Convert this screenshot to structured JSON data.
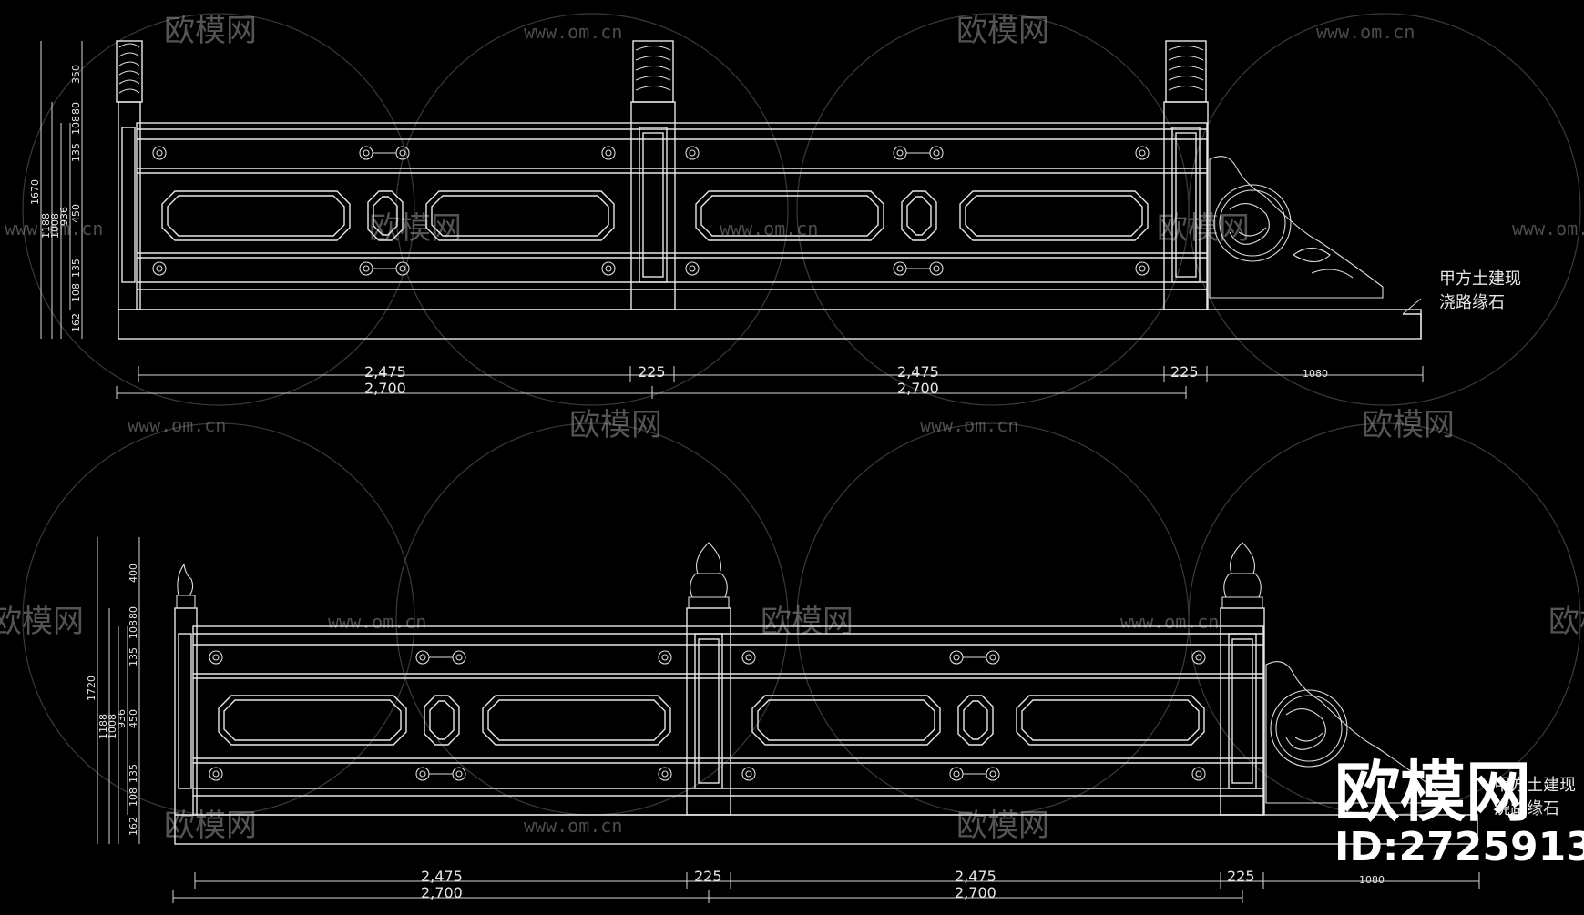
{
  "colors": {
    "background": "#000000",
    "linework": "#e8e8e8",
    "watermark": "#9a9a9a"
  },
  "watermark": {
    "logo_text": "欧模网",
    "url_text": "www.om.cn"
  },
  "brand": {
    "logo_text": "欧模网",
    "id_text": "ID:2725913"
  },
  "elevations": [
    {
      "name": "upper",
      "dims_bottom_row1": [
        "2,475",
        "225",
        "2,475",
        "225",
        "1080"
      ],
      "dims_bottom_row2": [
        "2,700",
        "2,700"
      ],
      "dims_left_outer": "1670",
      "dims_left_mid": [
        "1188",
        "1008"
      ],
      "dims_left_inner": "936",
      "dims_left_small": [
        "350",
        "80",
        "108",
        "135",
        "450",
        "135",
        "108",
        "162"
      ],
      "note_lines": [
        "甲方土建现",
        "浇路缘石"
      ]
    },
    {
      "name": "lower",
      "dims_bottom_row1": [
        "2,475",
        "225",
        "2,475",
        "225",
        "1080"
      ],
      "dims_bottom_row2": [
        "2,700",
        "2,700"
      ],
      "dims_left_outer": "1720",
      "dims_left_mid": [
        "1188",
        "1008"
      ],
      "dims_left_inner": "936",
      "dims_left_small": [
        "400",
        "80",
        "108",
        "135",
        "450",
        "135",
        "108",
        "162"
      ],
      "note_lines": [
        "甲方土建现",
        "浇路缘石"
      ]
    }
  ]
}
